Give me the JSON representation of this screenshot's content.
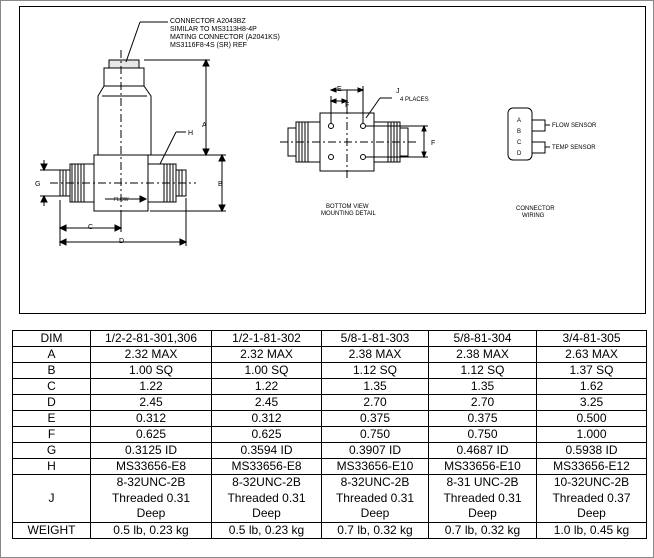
{
  "drawing": {
    "connector_note": [
      "CONNECTOR A2043BZ",
      "SIMILAR TO MS3113H8-4P",
      "MATING CONNECTOR (A2041KS)",
      "MS3116F8-4S (SR) REF"
    ],
    "dim_labels": {
      "a": "A",
      "b": "B",
      "c": "C",
      "d": "D",
      "e": "E",
      "f": "F",
      "g": "G",
      "h": "H",
      "j": "J"
    },
    "j_places": "4 PLACES",
    "flow_label": "FLOW",
    "bottom_view_caption": [
      "BOTTOM VIEW",
      "MOUNTING DETAIL"
    ],
    "connector_wiring_caption": [
      "CONNECTOR",
      "WIRING"
    ],
    "pins": [
      "A",
      "B",
      "C",
      "D"
    ],
    "flow_sensor_label": "FLOW SENSOR",
    "temp_sensor_label": "TEMP SENSOR"
  },
  "table": {
    "header": [
      "DIM",
      "1/2-2-81-301,306",
      "1/2-1-81-302",
      "5/8-1-81-303",
      "5/8-81-304",
      "3/4-81-305"
    ],
    "rows": [
      {
        "label": "A",
        "cells": [
          "2.32 MAX",
          "2.32 MAX",
          "2.38 MAX",
          "2.38 MAX",
          "2.63 MAX"
        ]
      },
      {
        "label": "B",
        "cells": [
          "1.00 SQ",
          "1.00 SQ",
          "1.12 SQ",
          "1.12 SQ",
          "1.37 SQ"
        ]
      },
      {
        "label": "C",
        "cells": [
          "1.22",
          "1.22",
          "1.35",
          "1.35",
          "1.62"
        ]
      },
      {
        "label": "D",
        "cells": [
          "2.45",
          "2.45",
          "2.70",
          "2.70",
          "3.25"
        ]
      },
      {
        "label": "E",
        "cells": [
          "0.312",
          "0.312",
          "0.375",
          "0.375",
          "0.500"
        ]
      },
      {
        "label": "F",
        "cells": [
          "0.625",
          "0.625",
          "0.750",
          "0.750",
          "1.000"
        ]
      },
      {
        "label": "G",
        "cells": [
          "0.3125 ID",
          "0.3594 ID",
          "0.3907 ID",
          "0.4687 ID",
          "0.5938 ID"
        ]
      },
      {
        "label": "H",
        "cells": [
          "MS33656-E8",
          "MS33656-E8",
          "MS33656-E10",
          "MS33656-E10",
          "MS33656-E12"
        ]
      },
      {
        "label": "J",
        "cells": [
          [
            "8-32UNC-2B",
            "Threaded 0.31",
            "Deep"
          ],
          [
            "8-32UNC-2B",
            "Threaded 0.31",
            "Deep"
          ],
          [
            "8-32UNC-2B",
            "Threaded 0.31",
            "Deep"
          ],
          [
            "8-31 UNC-2B",
            "Threaded 0.31",
            "Deep"
          ],
          [
            "10-32UNC-2B",
            "Threaded 0.37",
            "Deep"
          ]
        ]
      },
      {
        "label": "WEIGHT",
        "cells": [
          "0.5 lb, 0.23 kg",
          "0.5 lb, 0.23 kg",
          "0.7 lb, 0.32 kg",
          "0.7 lb, 0.32 kg",
          "1.0 lb, 0.45 kg"
        ]
      }
    ]
  }
}
